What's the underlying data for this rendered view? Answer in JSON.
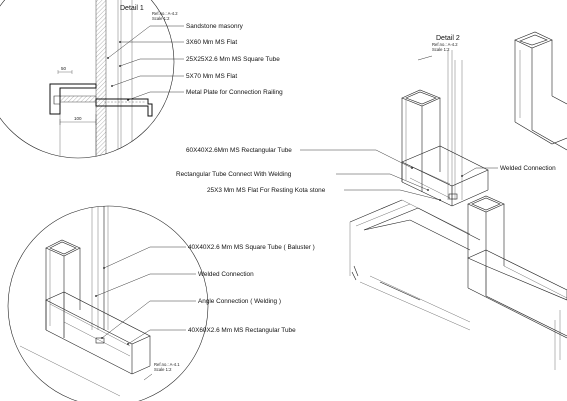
{
  "detail1": {
    "title": "Detail 1",
    "ref": "Ref.no.: A-4.2",
    "scale": "Scale 1:2",
    "dim_top": "50",
    "dim_bottom": "100",
    "labels": [
      "Sandstone masonry",
      "3X60 Mm MS Flat",
      "25X25X2.6 Mm MS Square Tube",
      "5X70 Mm MS Flat",
      "Metal Plate for Connection Railing"
    ]
  },
  "detail2": {
    "title": "Detail 2",
    "ref": "Ref.no.: A-4.2",
    "scale": "Scale 1:2",
    "labels": [
      "60X40X2.6Mm MS Rectangular Tube",
      "Welded Connection",
      "Rectangular Tube Connect With Welding",
      "25X3 Mm MS Flat For Resting Kota stone"
    ]
  },
  "detail3": {
    "ref": "Ref.no.: A-4.1",
    "scale": "Scale 1:2",
    "labels": [
      "40X40X2.6 Mm MS Square Tube ( Baluster )",
      "Welded Connection",
      "Angle Connection ( Welding )",
      "40X60X2.6 Mm MS Rectangular Tube"
    ]
  }
}
